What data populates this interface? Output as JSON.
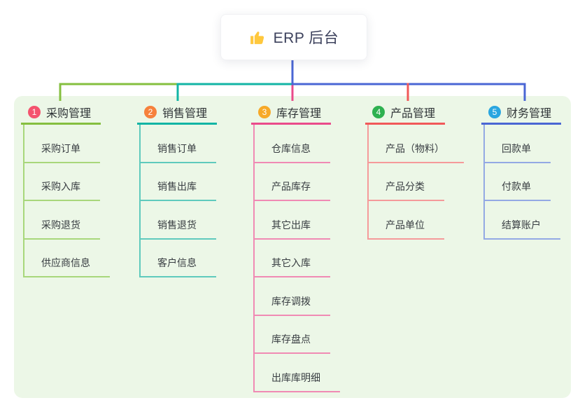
{
  "root": {
    "label": "ERP 后台",
    "icon": "thumbs-up-icon",
    "icon_color": "#ffc83d",
    "line_color": "#4a66d4"
  },
  "panel": {
    "background": "#ecf7e7"
  },
  "branches": [
    {
      "number": "1",
      "title": "采购管理",
      "badge_color": "#f4536e",
      "line_color": "#85bf3f",
      "child_line_color": "#a8d77b",
      "children": [
        "采购订单",
        "采购入库",
        "采购退货",
        "供应商信息"
      ]
    },
    {
      "number": "2",
      "title": "销售管理",
      "badge_color": "#f6813c",
      "line_color": "#12b5a5",
      "child_line_color": "#5fcabd",
      "children": [
        "销售订单",
        "销售出库",
        "销售退货",
        "客户信息"
      ]
    },
    {
      "number": "3",
      "title": "库存管理",
      "badge_color": "#f7a928",
      "line_color": "#ea4b8b",
      "child_line_color": "#f08ab4",
      "children": [
        "仓库信息",
        "产品库存",
        "其它出库",
        "其它入库",
        "库存调拨",
        "库存盘点",
        "出库库明细"
      ]
    },
    {
      "number": "4",
      "title": "产品管理",
      "badge_color": "#2eb150",
      "line_color": "#f15959",
      "child_line_color": "#f59a9a",
      "children": [
        "产品（物料）",
        "产品分类",
        "产品单位"
      ]
    },
    {
      "number": "5",
      "title": "财务管理",
      "badge_color": "#2aa6e0",
      "line_color": "#4a66d4",
      "child_line_color": "#93a9e4",
      "children": [
        "回款单",
        "付款单",
        "结算账户"
      ]
    }
  ]
}
